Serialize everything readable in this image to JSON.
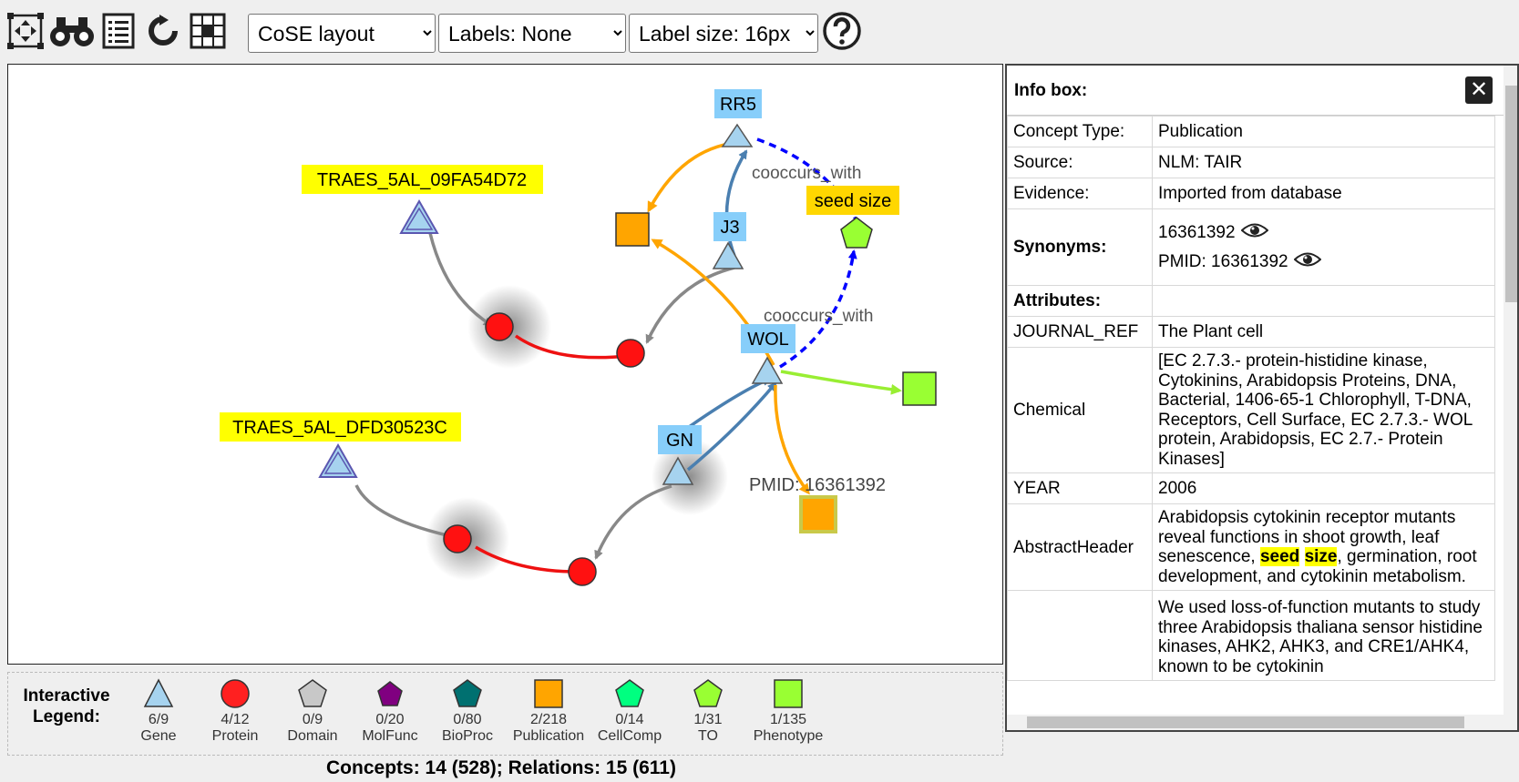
{
  "toolbar": {
    "icons": [
      "fit-screen-icon",
      "binoculars-icon",
      "list-icon",
      "refresh-icon",
      "grid-layout-icon",
      "help-icon"
    ],
    "layout_select": "CoSE layout",
    "labels_select": "Labels: None",
    "label_size_select": "Label size: 16px"
  },
  "graph": {
    "node_labels": {
      "rr5": "RR5",
      "j3": "J3",
      "wol": "WOL",
      "gn": "GN",
      "seed": "seed size",
      "traes1": "TRAES_5AL_09FA54D72",
      "traes2": "TRAES_5AL_DFD30523C",
      "pmid": "PMID: 16361392"
    },
    "edge_labels": {
      "co1": "cooccurs_with",
      "co2": "cooccurs_with"
    },
    "colors": {
      "gene": "#a6d3ef",
      "protein": "#ff0000",
      "publication": "#ffa500",
      "phenotype": "#99ff33",
      "to": "#a9ff33",
      "highlight": "#ffff00",
      "cooccurs": "#0000ff",
      "gene_label_bg": "#87cefa",
      "seed_label_bg": "#ffd700"
    }
  },
  "infobox": {
    "title": "Info box:",
    "close": "✕",
    "rows": {
      "concept_type_k": "Concept Type:",
      "concept_type_v": "Publication",
      "source_k": "Source:",
      "source_v": "NLM: TAIR",
      "evidence_k": "Evidence:",
      "evidence_v": "Imported from database",
      "synonyms_k": "Synonyms:",
      "syn1": "16361392",
      "syn2": "PMID: 16361392",
      "attributes_k": "Attributes:",
      "journal_k": "JOURNAL_REF",
      "journal_v": "The Plant cell",
      "chemical_k": "Chemical",
      "chemical_v": "[EC 2.7.3.- protein-histidine kinase, Cytokinins, Arabidopsis Proteins, DNA, Bacterial, 1406-65-1 Chlorophyll, T-DNA, Receptors, Cell Surface, EC 2.7.3.- WOL protein, Arabidopsis, EC 2.7.- Protein Kinases]",
      "year_k": "YEAR",
      "year_v": "2006",
      "abstract_header_k": "AbstractHeader",
      "abstract_header_pre": "Arabidopsis cytokinin receptor mutants reveal functions in shoot growth, leaf senescence, ",
      "abstract_header_hl1": "seed",
      "abstract_header_hl2": "size",
      "abstract_header_post": ", germination, root development, and cytokinin metabolism.",
      "abstract_v": "We used loss-of-function mutants to study three Arabidopsis thaliana sensor histidine kinases, AHK2, AHK3, and CRE1/AHK4, known to be cytokinin"
    }
  },
  "legend": {
    "title_1": "Interactive",
    "title_2": "Legend:",
    "items": [
      {
        "label": "Gene",
        "count": "6/9",
        "color": "#a6d3ef"
      },
      {
        "label": "Protein",
        "count": "4/12",
        "color": "#ff2020"
      },
      {
        "label": "Domain",
        "count": "0/9",
        "color": "#c8c8c8"
      },
      {
        "label": "MolFunc",
        "count": "0/20",
        "color": "#800080"
      },
      {
        "label": "BioProc",
        "count": "0/80",
        "color": "#007070"
      },
      {
        "label": "Publication",
        "count": "2/218",
        "color": "#ffa500"
      },
      {
        "label": "CellComp",
        "count": "0/14",
        "color": "#00ff80"
      },
      {
        "label": "TO",
        "count": "1/31",
        "color": "#99ff33"
      },
      {
        "label": "Phenotype",
        "count": "1/135",
        "color": "#99ff33"
      }
    ]
  },
  "footer": "Concepts: 14 (528); Relations: 15 (611)"
}
